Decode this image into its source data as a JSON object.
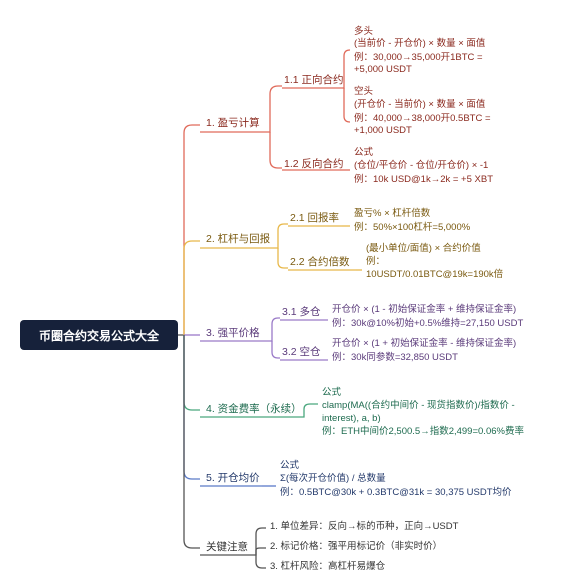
{
  "root": "币圈合约交易公式大全",
  "colors": {
    "red": "#e06a5a",
    "gold": "#e8b84a",
    "purple": "#9a7ac8",
    "green": "#4aa77e",
    "blue": "#5a7ac8",
    "dark": "#555555"
  },
  "branches": {
    "b1": {
      "label": "1. 盈亏计算",
      "s11": {
        "label": "1.1 正向合约",
        "long": [
          "多头",
          "(当前价 - 开仓价) × 数量 × 面值",
          "例：30,000→35,000开1BTC =",
          "+5,000 USDT"
        ],
        "short": [
          "空头",
          "(开仓价 - 当前价) × 数量 × 面值",
          "例：40,000→38,000开0.5BTC =",
          "+1,000 USDT"
        ]
      },
      "s12": {
        "label": "1.2 反向合约",
        "detail": [
          "公式",
          "(仓位/平仓价 - 仓位/开仓价) × -1",
          "例：10k USD@1k→2k = +5 XBT"
        ]
      }
    },
    "b2": {
      "label": "2. 杠杆与回报",
      "s21": {
        "label": "2.1 回报率",
        "detail": [
          "盈亏% × 杠杆倍数",
          "例：50%×100杠杆=5,000%"
        ]
      },
      "s22": {
        "label": "2.2 合约倍数",
        "detail": [
          "(最小单位/面值) × 合约价值",
          "例：",
          "10USDT/0.01BTC@19k=190k倍"
        ]
      }
    },
    "b3": {
      "label": "3. 强平价格",
      "s31": {
        "label": "3.1 多仓",
        "detail": [
          "开仓价 × (1 - 初始保证金率 + 维持保证金率)",
          "例：30k@10%初始+0.5%维持=27,150 USDT"
        ]
      },
      "s32": {
        "label": "3.2 空仓",
        "detail": [
          "开仓价 × (1 + 初始保证金率 - 维持保证金率)",
          "例：30k同参数=32,850 USDT"
        ]
      }
    },
    "b4": {
      "label": "4. 资金费率（永续）",
      "detail": [
        "公式",
        "clamp(MA((合约中间价 - 现货指数价)/指数价 -",
        "interest), a, b)",
        "例：ETH中间价2,500.5→指数2,499=0.06%费率"
      ]
    },
    "b5": {
      "label": "5. 开仓均价",
      "detail": [
        "公式",
        "Σ(每次开仓价值) / 总数量",
        "例：0.5BTC@30k + 0.3BTC@31k = 30,375 USDT均价"
      ]
    },
    "b6": {
      "label": "关键注意",
      "items": [
        "1. 单位差异：反向→标的币种，正向→USDT",
        "2. 标记价格：强平用标记价（非实时价）",
        "3. 杠杆风险：高杠杆易爆仓"
      ]
    }
  }
}
